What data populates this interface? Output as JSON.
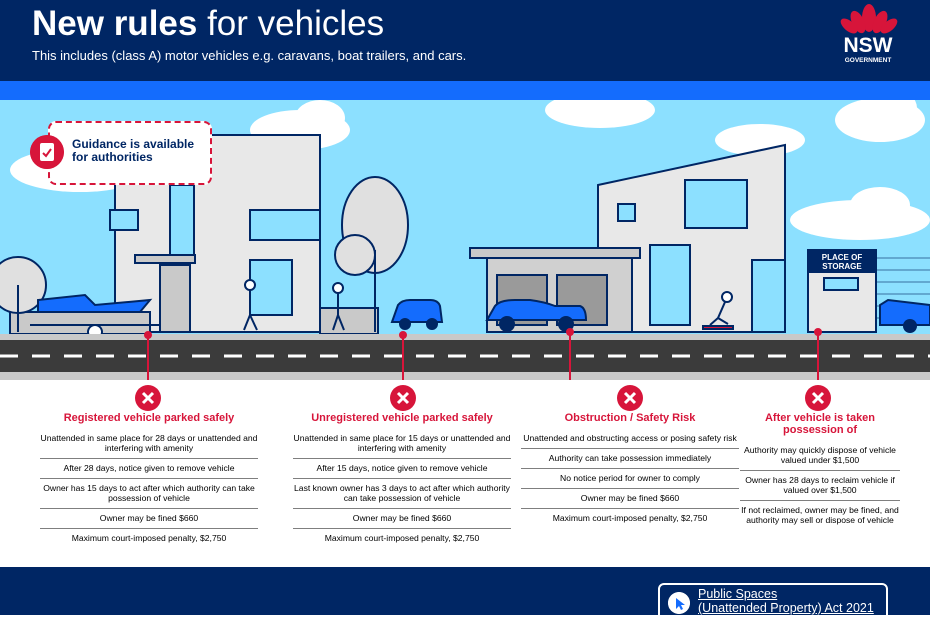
{
  "header": {
    "title_bold": "New rules",
    "title_rest": " for vehicles",
    "subtitle": "This includes (class A) motor vehicles e.g. caravans, boat trailers, and cars.",
    "logo_text": "NSW",
    "logo_sub": "GOVERNMENT"
  },
  "guidance": {
    "line1": "Guidance is available",
    "line2": "for authorities"
  },
  "storage": {
    "line1": "PLACE OF",
    "line2": "STORAGE"
  },
  "columns": [
    {
      "title": "Registered vehicle parked safely",
      "rules": [
        "Unattended in same place for 28 days or unattended and interfering with amenity",
        "After 28 days, notice given to remove vehicle",
        "Owner has 15 days to act after which authority can take possession of vehicle",
        "Owner may be fined $660",
        "Maximum court-imposed penalty, $2,750"
      ]
    },
    {
      "title": "Unregistered vehicle parked safely",
      "rules": [
        "Unattended in same place for 15 days or unattended and interfering with amenity",
        "After 15 days, notice given to remove vehicle",
        "Last known owner has 3 days to act after which authority can take possession of vehicle",
        "Owner may be fined $660",
        "Maximum court-imposed penalty, $2,750"
      ]
    },
    {
      "title": "Obstruction / Safety Risk",
      "rules": [
        "Unattended and obstructing access or posing safety risk",
        "Authority can take possession immediately",
        "No notice period for owner to comply",
        "Owner may be fined $660",
        "Maximum court-imposed penalty, $2,750"
      ]
    },
    {
      "title": "After vehicle is taken possession of",
      "rules": [
        "Authority may quickly dispose of vehicle valued under $1,500",
        "Owner has 28 days to reclaim vehicle if valued over $1,500",
        "If not reclaimed, owner may be fined, and authority may sell or dispose of vehicle"
      ]
    }
  ],
  "footer": {
    "act_line1": "Public Spaces",
    "act_line2": "(Unattended Property) Act 2021"
  },
  "colors": {
    "navy": "#002664",
    "blue": "#146cfd",
    "red": "#d7153a",
    "sky": "#8ce0ff"
  }
}
